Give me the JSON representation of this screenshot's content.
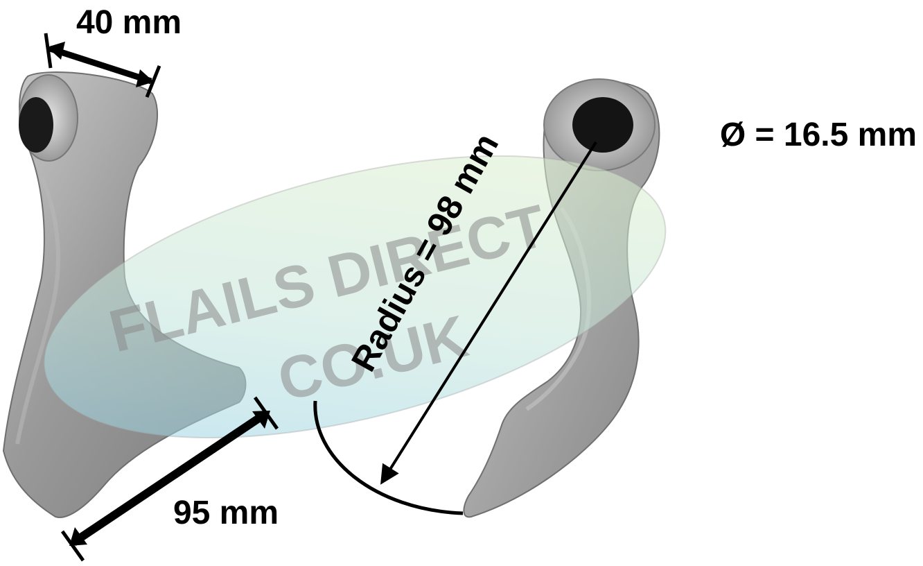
{
  "dimensions": {
    "width_label": "40 mm",
    "length_label": "95 mm",
    "radius_label": "Radius = 98 mm",
    "bore_label": "Ø = 16.5 mm"
  },
  "watermark": {
    "line1": "FLAILS DIRECT",
    "line2": "CO.UK"
  },
  "colors": {
    "dimension_lines": "#000000",
    "watermark_blue": "#9fd3e8",
    "watermark_green": "#dcefc6",
    "metal": "#9c9c9c"
  }
}
